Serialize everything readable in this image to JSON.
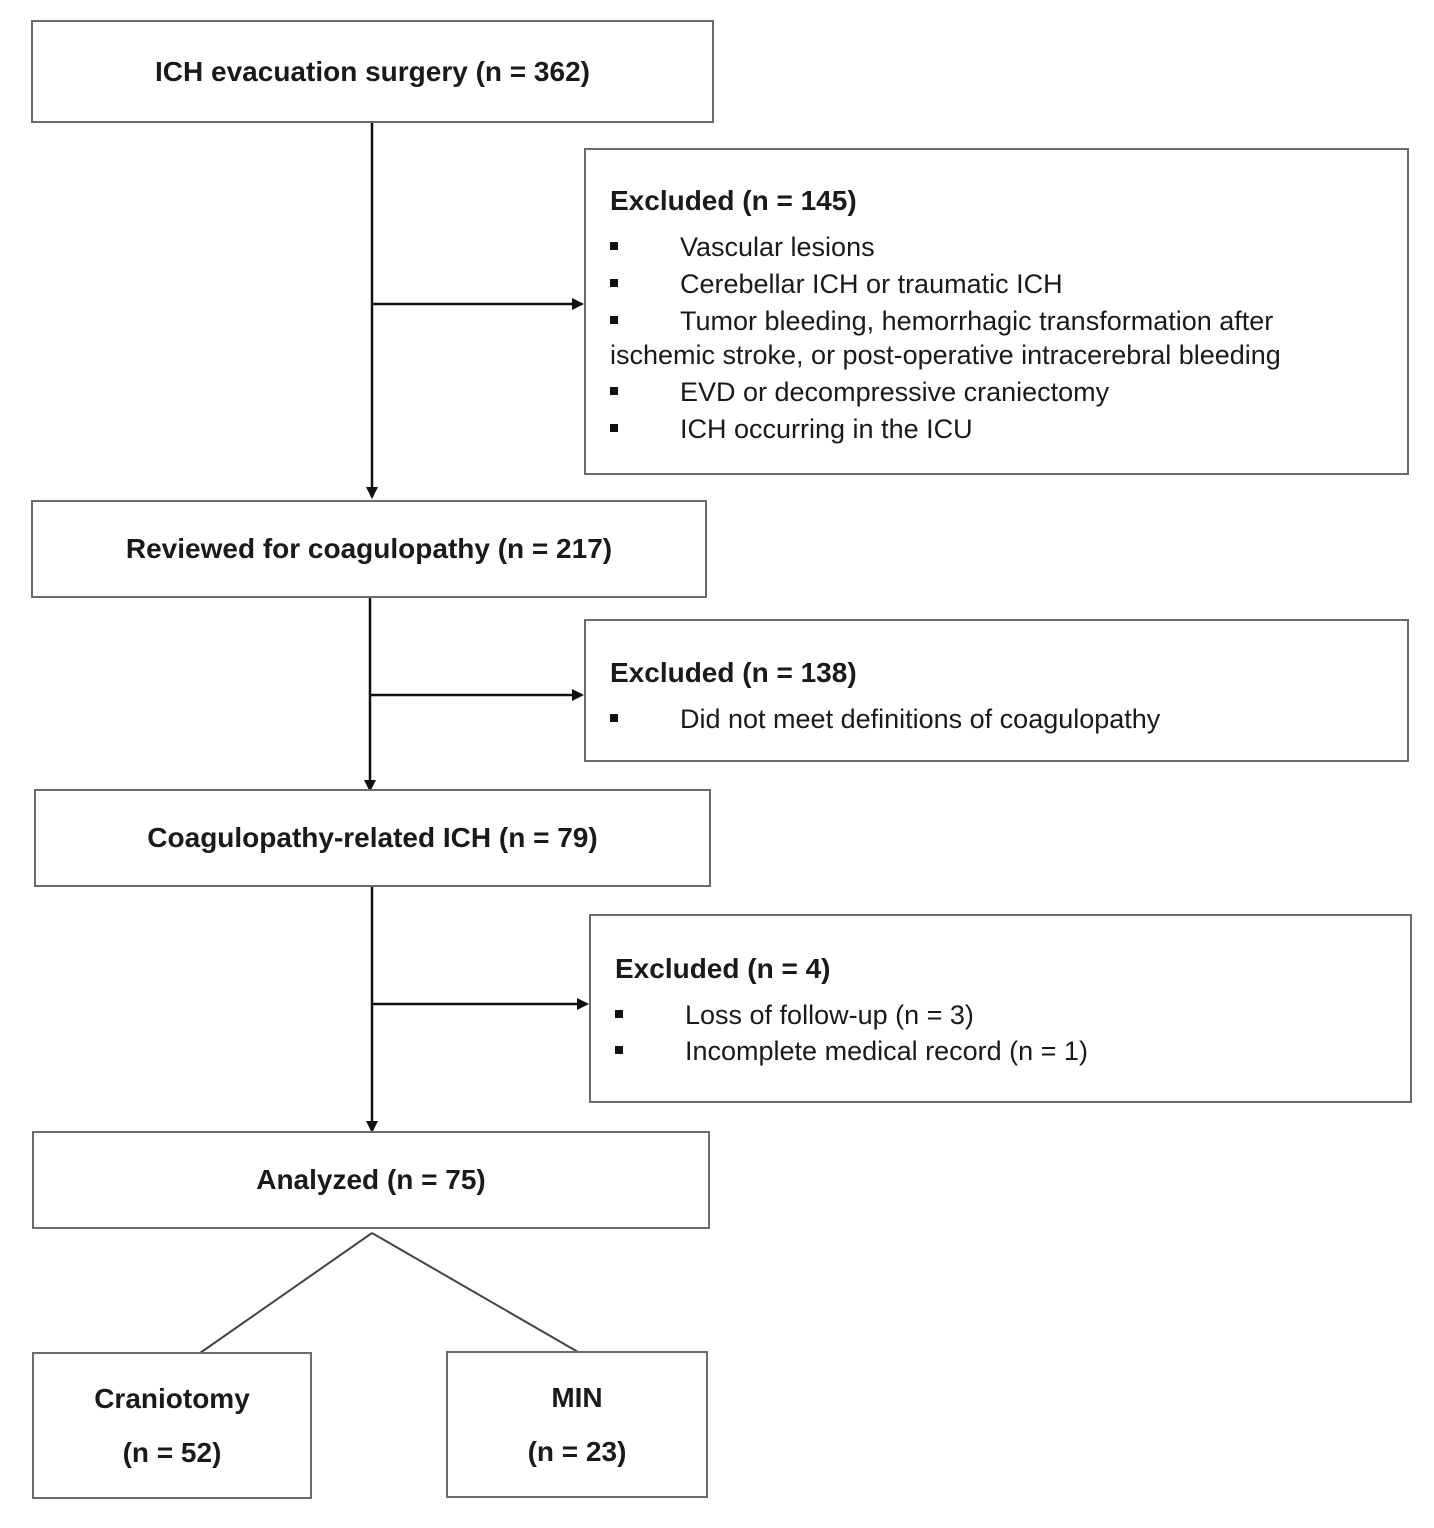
{
  "boxes": {
    "surgery": "ICH evacuation surgery (n = 362)",
    "reviewed": "Reviewed for coagulopathy (n = 217)",
    "coag": "Coagulopathy-related ICH (n = 79)",
    "analyzed": "Analyzed (n = 75)",
    "craniotomy": {
      "name": "Craniotomy",
      "n": "(n = 52)"
    },
    "min": {
      "name": "MIN",
      "n": "(n = 23)"
    }
  },
  "excluded1": {
    "title": "Excluded (n = 145)",
    "items": [
      "Vascular lesions",
      "Cerebellar ICH or traumatic ICH",
      "Tumor bleeding, hemorrhagic transformation after",
      "EVD or decompressive craniectomy",
      "ICH occurring in the ICU"
    ],
    "continuation": "ischemic stroke, or post-operative intracerebral bleeding"
  },
  "excluded2": {
    "title": "Excluded (n = 138)",
    "items": [
      "Did not meet definitions of coagulopathy"
    ]
  },
  "excluded3": {
    "title": "Excluded (n = 4)",
    "items": [
      "Loss of follow-up (n = 3)",
      "Incomplete medical record (n = 1)"
    ]
  }
}
